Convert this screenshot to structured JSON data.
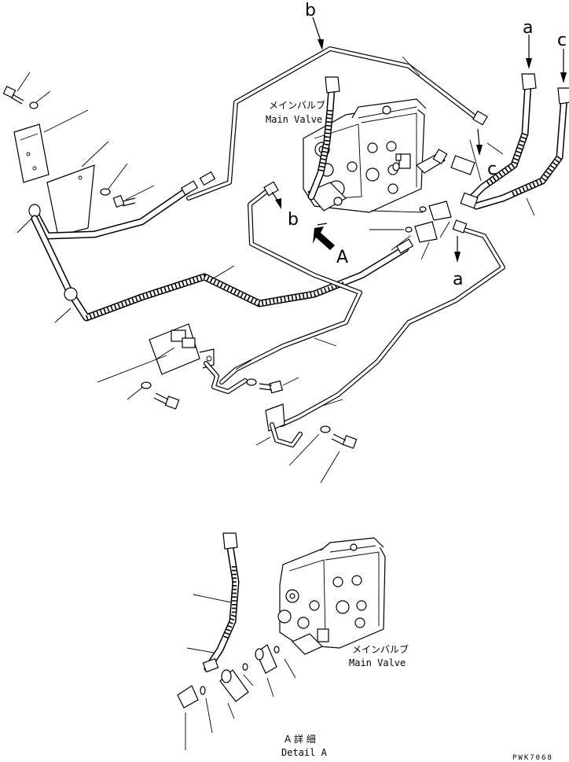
{
  "main_valve_label_jp": "メインバルブ",
  "main_valve_label_en": "Main Valve",
  "detail_valve_label_jp": "メインバルブ",
  "detail_valve_label_en": "Main Valve",
  "ref_labels": {
    "a_top": "a",
    "b_top": "b",
    "c_top": "c",
    "c_mid": "c",
    "b_mid": "b",
    "a_bottom": "a"
  },
  "view_arrow_label": "A",
  "detail_title_jp": "A 詳 細",
  "detail_title_en": "Detail A",
  "drawing_code": "PWK7068"
}
